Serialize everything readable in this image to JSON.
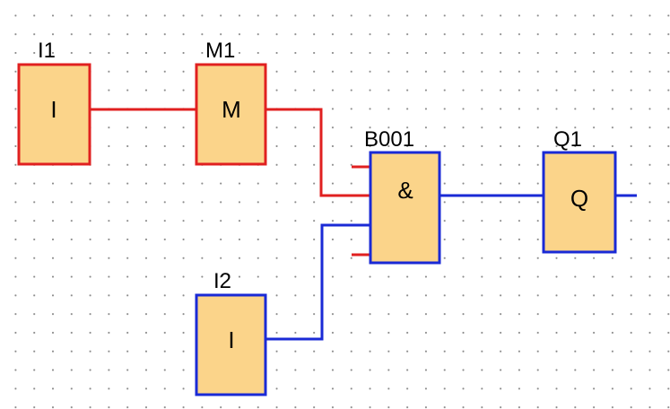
{
  "colors": {
    "active": "#e02020",
    "inactive": "#1a2ad6",
    "block_fill": "#fbd48a",
    "background": "#ffffff"
  },
  "blocks": [
    {
      "id": "i1",
      "label": "I1",
      "glyph": "I",
      "state": "active"
    },
    {
      "id": "m1",
      "label": "M1",
      "glyph": "M",
      "state": "active"
    },
    {
      "id": "b001",
      "label": "B001",
      "glyph": "&",
      "state": "inactive"
    },
    {
      "id": "q1",
      "label": "Q1",
      "glyph": "Q",
      "state": "inactive"
    },
    {
      "id": "i2",
      "label": "I2",
      "glyph": "I",
      "state": "inactive"
    }
  ]
}
